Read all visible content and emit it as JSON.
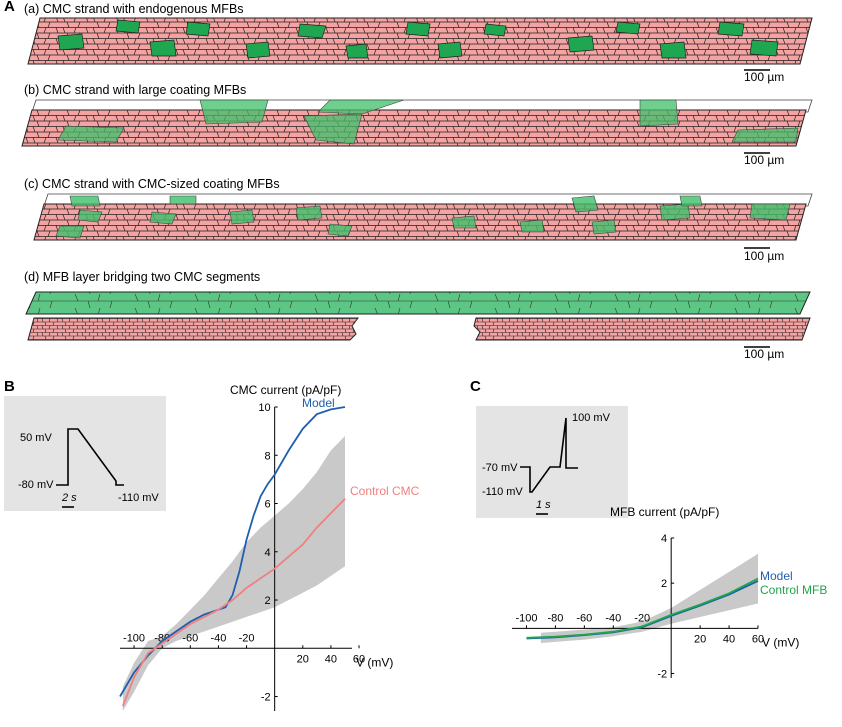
{
  "panel_a": {
    "letter": "A",
    "strands": [
      {
        "caption": "(a) CMC strand with endogenous MFBs"
      },
      {
        "caption": "(b) CMC strand with large coating MFBs"
      },
      {
        "caption": "(c) CMC strand with CMC-sized coating MFBs"
      },
      {
        "caption": "(d) MFB layer bridging two CMC segments"
      }
    ],
    "scale_bar": "100 µm"
  },
  "panel_b": {
    "letter": "B",
    "inset": {
      "high": "50 mV",
      "hold": "-80 mV",
      "low": "-110 mV",
      "time": "2 s"
    }
  },
  "panel_c": {
    "letter": "C",
    "inset": {
      "high": "100 mV",
      "hold": "-70 mV",
      "low": "-110 mV",
      "time": "1 s"
    }
  },
  "colors": {
    "cmc": "#f4a2a2",
    "mfb": "#2fb45c",
    "mfb_light": "#7fd29a",
    "model": "#1f5fae",
    "control_cmc": "#f08080",
    "control_mfb": "#1ea64a",
    "band": "#c9c9c9"
  },
  "chart_data": [
    {
      "type": "line",
      "title": "CMC current (pA/pF)",
      "xlabel": "V (mV)",
      "xlim": [
        -110,
        55
      ],
      "ylim": [
        -2.6,
        10
      ],
      "xticks": [
        -100,
        -80,
        -60,
        -40,
        -20,
        20,
        40,
        60
      ],
      "yticks": [
        -2,
        2,
        4,
        6,
        8,
        10
      ],
      "series": [
        {
          "name": "Model",
          "color": "#1f5fae",
          "x": [
            -110,
            -100,
            -90,
            -80,
            -70,
            -60,
            -50,
            -40,
            -35,
            -30,
            -25,
            -20,
            -15,
            -10,
            -5,
            0,
            5,
            10,
            20,
            30,
            40,
            50
          ],
          "y": [
            -2.0,
            -1.0,
            -0.3,
            0.3,
            0.7,
            1.1,
            1.4,
            1.6,
            1.7,
            2.2,
            3.2,
            4.5,
            5.5,
            6.3,
            6.8,
            7.2,
            7.7,
            8.2,
            9.1,
            9.7,
            9.9,
            10.0
          ]
        },
        {
          "name": "Control CMC",
          "color": "#f08080",
          "x": [
            -108,
            -100,
            -90,
            -80,
            -70,
            -60,
            -50,
            -40,
            -30,
            -20,
            -10,
            0,
            10,
            20,
            30,
            40,
            50
          ],
          "y": [
            -2.4,
            -1.2,
            -0.2,
            0.2,
            0.6,
            1.0,
            1.3,
            1.6,
            2.0,
            2.5,
            2.9,
            3.3,
            3.8,
            4.3,
            5.0,
            5.6,
            6.2
          ]
        }
      ],
      "band": {
        "x": [
          -108,
          -100,
          -90,
          -80,
          -70,
          -60,
          -50,
          -40,
          -30,
          -20,
          -10,
          0,
          10,
          20,
          30,
          40,
          50
        ],
        "lower": [
          -2.6,
          -1.8,
          -0.7,
          0.0,
          0.3,
          0.5,
          0.7,
          0.9,
          1.1,
          1.3,
          1.5,
          1.7,
          2.0,
          2.3,
          2.6,
          3.0,
          3.4
        ],
        "upper": [
          -1.6,
          -0.6,
          0.3,
          0.5,
          1.0,
          1.6,
          2.2,
          2.9,
          3.6,
          4.4,
          5.0,
          5.5,
          6.0,
          6.6,
          7.3,
          8.2,
          8.8
        ]
      }
    },
    {
      "type": "line",
      "title": "MFB current (pA/pF)",
      "xlabel": "V (mV)",
      "xlim": [
        -110,
        60
      ],
      "ylim": [
        -2.2,
        4
      ],
      "xticks": [
        -100,
        -80,
        -60,
        -40,
        -20,
        20,
        40,
        60
      ],
      "yticks": [
        -2,
        2,
        4
      ],
      "series": [
        {
          "name": "Model",
          "color": "#1f5fae",
          "x": [
            -100,
            -80,
            -60,
            -40,
            -20,
            0,
            20,
            40,
            60
          ],
          "y": [
            -0.45,
            -0.4,
            -0.3,
            -0.18,
            0.05,
            0.55,
            1.0,
            1.5,
            2.1
          ]
        },
        {
          "name": "Control MFB",
          "color": "#1ea64a",
          "x": [
            -100,
            -80,
            -60,
            -40,
            -20,
            0,
            20,
            40,
            60
          ],
          "y": [
            -0.42,
            -0.37,
            -0.28,
            -0.15,
            0.08,
            0.6,
            1.05,
            1.55,
            2.2
          ]
        }
      ],
      "band": {
        "x": [
          -90,
          -80,
          -60,
          -40,
          -20,
          0,
          20,
          40,
          60
        ],
        "lower": [
          -0.65,
          -0.6,
          -0.5,
          -0.35,
          -0.15,
          0.2,
          0.5,
          0.8,
          1.1
        ],
        "upper": [
          -0.2,
          -0.15,
          -0.05,
          0.05,
          0.3,
          0.9,
          1.7,
          2.5,
          3.3
        ]
      }
    }
  ]
}
